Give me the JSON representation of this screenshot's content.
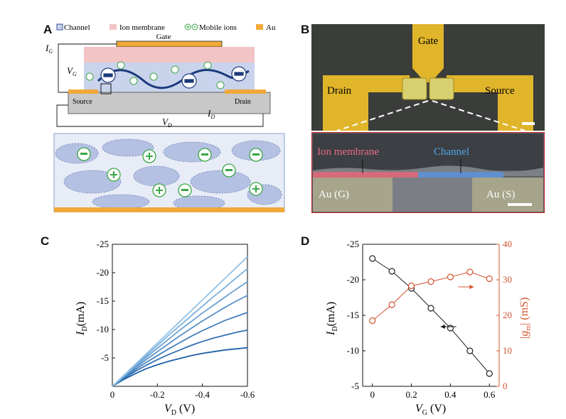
{
  "panels": {
    "A": {
      "label": "A",
      "legend": [
        {
          "text": "Channel"
        },
        {
          "text": "Ion membrane"
        },
        {
          "text": "Mobile ions"
        },
        {
          "text": "Au"
        }
      ],
      "gate": "Gate",
      "source": "Source",
      "drain": "Drain",
      "IG": "I",
      "IG_sub": "G",
      "VG": "V",
      "VG_sub": "G",
      "VD": "V",
      "VD_sub": "D",
      "ID": "I",
      "ID_sub": "D"
    },
    "B": {
      "label": "B",
      "gate": "Gate",
      "drain": "Drain",
      "source": "Source",
      "ion_membrane": "Ion membrane",
      "channel": "Channel",
      "au_g": "Au (G)",
      "au_s": "Au (S)"
    },
    "C": {
      "label": "C"
    },
    "D": {
      "label": "D"
    }
  },
  "colors": {
    "channel_fill": "#c9d3ec",
    "membrane_fill": "#f3c4c6",
    "au": "#f0a93a",
    "ion_green": "#39a845",
    "series_blue_dark": "#1e5fa8",
    "series_blue_light": "#8fc1e6",
    "D_left": "#222222",
    "D_right": "#d4532f"
  },
  "chart_data": [
    {
      "type": "line",
      "xlabel": "V",
      "xlabel_sub": "D",
      "xlabel_unit": " (V)",
      "ylabel": "I",
      "ylabel_sub": "D",
      "ylabel_unit": "(mA)",
      "xlim": [
        0,
        -0.6
      ],
      "ylim": [
        0,
        -25
      ],
      "xticks": [
        "0",
        "-0.2",
        "-0.4",
        "-0.6"
      ],
      "yticks": [
        "-5",
        "-10",
        "-15",
        "-20",
        "-25"
      ],
      "x": [
        0,
        -0.05,
        -0.1,
        -0.15,
        -0.2,
        -0.25,
        -0.3,
        -0.35,
        -0.4,
        -0.45,
        -0.5,
        -0.55,
        -0.6
      ],
      "series": [
        {
          "values": [
            0,
            -1.2,
            -2.2,
            -3.1,
            -3.8,
            -4.4,
            -4.9,
            -5.4,
            -5.8,
            -6.1,
            -6.4,
            -6.6,
            -6.8
          ]
        },
        {
          "values": [
            0,
            -1.4,
            -2.6,
            -3.7,
            -4.7,
            -5.6,
            -6.4,
            -7.2,
            -7.9,
            -8.5,
            -9.0,
            -9.5,
            -9.9
          ]
        },
        {
          "values": [
            0,
            -1.5,
            -2.9,
            -4.2,
            -5.4,
            -6.6,
            -7.7,
            -8.8,
            -9.8,
            -10.7,
            -11.6,
            -12.3,
            -13.0
          ]
        },
        {
          "values": [
            0,
            -1.6,
            -3.2,
            -4.7,
            -6.1,
            -7.5,
            -8.9,
            -10.2,
            -11.5,
            -12.7,
            -13.9,
            -15.0,
            -16.0
          ]
        },
        {
          "values": [
            0,
            -1.7,
            -3.4,
            -5.1,
            -6.7,
            -8.3,
            -9.9,
            -11.4,
            -12.9,
            -14.3,
            -15.7,
            -17.1,
            -18.4
          ]
        },
        {
          "values": [
            0,
            -1.8,
            -3.6,
            -5.4,
            -7.2,
            -9.0,
            -10.7,
            -12.4,
            -14.1,
            -15.8,
            -17.4,
            -19.1,
            -20.7
          ]
        },
        {
          "values": [
            0,
            -1.9,
            -3.8,
            -5.7,
            -7.6,
            -9.5,
            -11.4,
            -13.3,
            -15.2,
            -17.1,
            -19.0,
            -20.9,
            -22.8
          ]
        }
      ]
    },
    {
      "type": "line",
      "xlabel": "V",
      "xlabel_sub": "G",
      "xlabel_unit": " (V)",
      "ylabel": "I",
      "ylabel_sub": "D",
      "ylabel_unit": "(mA)",
      "y2label": "|g",
      "y2label_sub": "m",
      "y2label_unit": "| (mS)",
      "xlim": [
        -0.05,
        0.65
      ],
      "ylim": [
        -5,
        -25
      ],
      "y2lim": [
        0,
        40
      ],
      "xticks": [
        "0",
        "0.2",
        "0.4",
        "0.6"
      ],
      "yticks": [
        "-5",
        "-10",
        "-15",
        "-20",
        "-25"
      ],
      "y2ticks": [
        "0",
        "10",
        "20",
        "30",
        "40"
      ],
      "x": [
        0,
        0.1,
        0.2,
        0.3,
        0.4,
        0.5,
        0.6
      ],
      "series": [
        {
          "axis": "left",
          "values": [
            -23.0,
            -21.2,
            -18.8,
            -16.0,
            -13.2,
            -10.0,
            -6.8
          ]
        },
        {
          "axis": "right",
          "values": [
            18.5,
            23.0,
            28.3,
            29.5,
            30.8,
            32.2,
            30.3
          ]
        }
      ]
    }
  ]
}
